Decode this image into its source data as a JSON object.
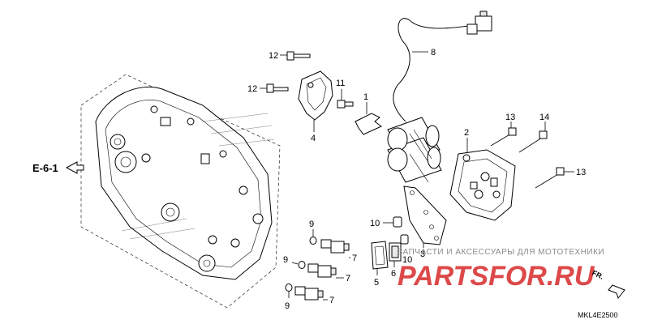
{
  "reference": {
    "label": "E-6-1"
  },
  "callouts": {
    "c1": "1",
    "c2": "2",
    "c3": "3",
    "c4": "4",
    "c5": "5",
    "c6": "6",
    "c7a": "7",
    "c7b": "7",
    "c7c": "7",
    "c8": "8",
    "c9a": "9",
    "c9b": "9",
    "c9c": "9",
    "c10a": "10",
    "c10b": "10",
    "c11": "11",
    "c12a": "12",
    "c12b": "12",
    "c13a": "13",
    "c13b": "13",
    "c14": "14"
  },
  "direction": {
    "label": "FR."
  },
  "diagram_code": "MKL4E2500",
  "watermark": {
    "text": "ЗАПЧАСТИ И АКСЕССУАРЫ ДЛЯ МОТОТЕХНИКИ",
    "logo": "PARTSFOR.RU"
  },
  "colors": {
    "ink": "#000000",
    "watermark_red": "#d82a2a",
    "watermark_gray": "#8a8a8a"
  }
}
